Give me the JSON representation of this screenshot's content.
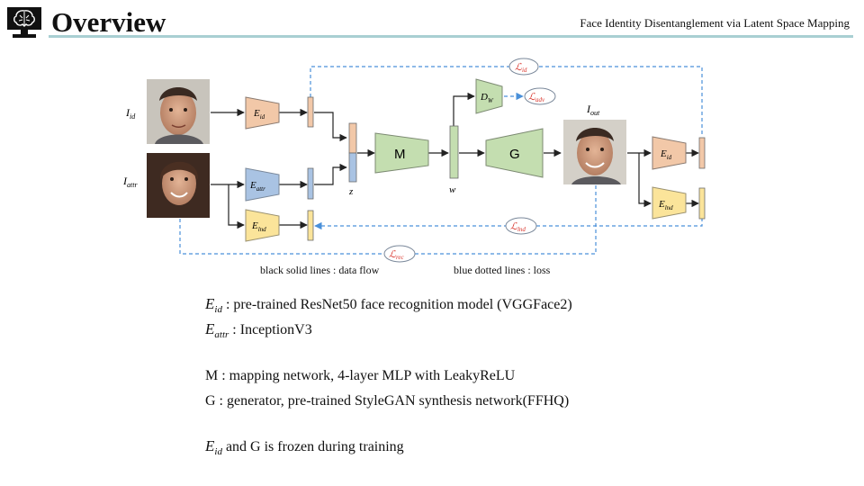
{
  "header": {
    "title": "Overview",
    "subtitle": "Face Identity Disentanglement via Latent Space Mapping"
  },
  "diagram": {
    "inputs": {
      "id_label": {
        "symbol": "I",
        "sub": "id"
      },
      "attr_label": {
        "symbol": "I",
        "sub": "attr"
      },
      "out_label": {
        "symbol": "I",
        "sub": "out"
      }
    },
    "encoders": {
      "e_id": {
        "symbol": "E",
        "sub": "id"
      },
      "e_attr": {
        "symbol": "E",
        "sub": "attr"
      },
      "e_lnd": {
        "symbol": "E",
        "sub": "lnd"
      },
      "e_id_out": {
        "symbol": "E",
        "sub": "id"
      },
      "e_lnd_out": {
        "symbol": "E",
        "sub": "lnd"
      }
    },
    "modules": {
      "mapping": "M",
      "generator": "G",
      "discriminator": {
        "symbol": "D",
        "sub": "W"
      }
    },
    "latents": {
      "z": "z",
      "w": "w"
    },
    "losses": {
      "id": {
        "symbol": "ℒ",
        "sub": "id"
      },
      "adv": {
        "symbol": "ℒ",
        "sub": "adv"
      },
      "lnd": {
        "symbol": "ℒ",
        "sub": "lnd"
      },
      "rec": {
        "symbol": "ℒ",
        "sub": "rec"
      }
    },
    "captions": {
      "data_flow": "black solid lines : data flow",
      "loss": "blue dotted lines : loss"
    },
    "colors": {
      "id_encoder": "#f2c8a8",
      "attr_encoder": "#a9c3e3",
      "lnd_encoder": "#fbe49a",
      "mapping": "#c4deb0",
      "loss_line": "#4a90d9",
      "loss_text": "#d9342b",
      "title_rule": "#a9cfd2"
    }
  },
  "descriptions": [
    {
      "symbol": "E",
      "sub": "id",
      "text": " : pre-trained ResNet50 face recognition model (VGGFace2)"
    },
    {
      "symbol": "E",
      "sub": "attr",
      "text": " : InceptionV3"
    },
    {
      "text": "M : mapping network, 4-layer MLP with LeakyReLU"
    },
    {
      "text": "G : generator, pre-trained StyleGAN synthesis network(FFHQ)"
    },
    {
      "symbol": "E",
      "sub": "id",
      "text": " and G is frozen during training"
    }
  ]
}
